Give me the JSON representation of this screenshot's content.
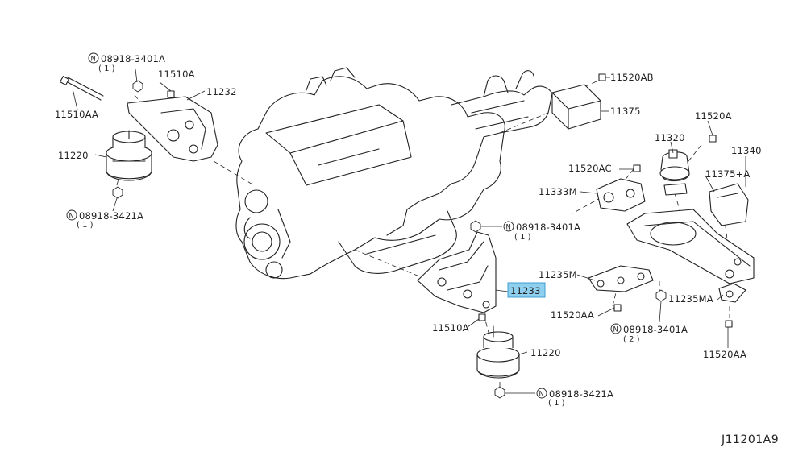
{
  "diagram": {
    "callouts": [
      {
        "id": "c1",
        "symbol": "N",
        "label": "08918-3401A",
        "qty": "( 1 )"
      },
      {
        "id": "c2",
        "label": "11510A"
      },
      {
        "id": "c3",
        "label": "11232"
      },
      {
        "id": "c4",
        "label": "11510AA"
      },
      {
        "id": "c5",
        "label": "11220"
      },
      {
        "id": "c6",
        "symbol": "N",
        "label": "08918-3421A",
        "qty": "( 1 )"
      },
      {
        "id": "c7",
        "label": "11520AB"
      },
      {
        "id": "c8",
        "label": "11375"
      },
      {
        "id": "c9",
        "label": "11520A"
      },
      {
        "id": "c10",
        "label": "11320"
      },
      {
        "id": "c11",
        "label": "11340"
      },
      {
        "id": "c12",
        "label": "11520AC"
      },
      {
        "id": "c13",
        "label": "11375+A"
      },
      {
        "id": "c14",
        "label": "11333M"
      },
      {
        "id": "c15",
        "symbol": "N",
        "label": "08918-3401A",
        "qty": "( 1 )"
      },
      {
        "id": "c16",
        "label": "11235M"
      },
      {
        "id": "c17",
        "label": "11233",
        "highlighted": true
      },
      {
        "id": "c18",
        "label": "11520AA"
      },
      {
        "id": "c19",
        "label": "11235MA"
      },
      {
        "id": "c20",
        "label": "11510A"
      },
      {
        "id": "c21",
        "symbol": "N",
        "label": "08918-3401A",
        "qty": "( 2 )"
      },
      {
        "id": "c22",
        "label": "11520AA"
      },
      {
        "id": "c23",
        "label": "11220"
      },
      {
        "id": "c24",
        "symbol": "N",
        "label": "08918-3421A",
        "qty": "( 1 )"
      }
    ],
    "reference": "J11201A9",
    "highlight_color": "#8fd0ef"
  }
}
